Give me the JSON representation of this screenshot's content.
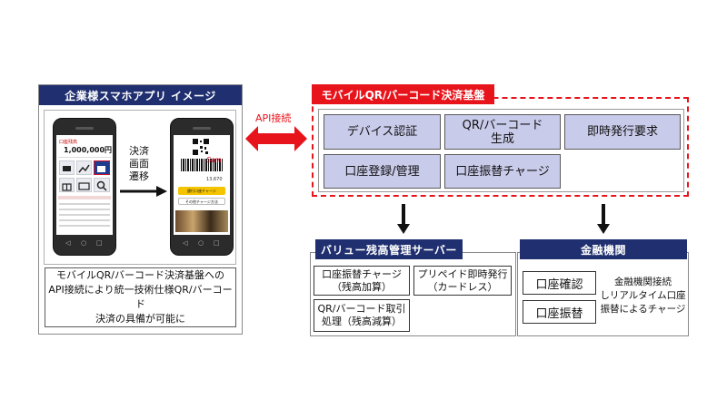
{
  "left_panel": {
    "title": "企業様スマホアプリ イメージ",
    "description_lines": [
      "モバイルQR/バーコード決済基盤への",
      "API接続により統一技術仕様QR/バーコード",
      "決済の具備が可能に"
    ],
    "transition_label_lines": [
      "決済",
      "画面",
      "遷移"
    ],
    "phone1": {
      "balance_label": "口座残高",
      "balance_value": "1,000,000円"
    },
    "phone2": {
      "amount": "13,670",
      "charge_button": "銀行口座チャージ",
      "other_button": "その他チャージ方法"
    }
  },
  "connector": {
    "label": "API接続"
  },
  "platform": {
    "title": "モバイルQR/バーコード決済基盤",
    "functions": [
      {
        "label_lines": [
          "デバイス認証"
        ]
      },
      {
        "label_lines": [
          "QR/バーコード",
          "生成"
        ]
      },
      {
        "label_lines": [
          "即時発行要求"
        ]
      },
      {
        "label_lines": [
          "口座登録/管理"
        ]
      },
      {
        "label_lines": [
          "口座振替チャージ"
        ]
      }
    ]
  },
  "value_server": {
    "title": "バリュー残高管理サーバー",
    "items": [
      {
        "label_lines": [
          "口座振替チャージ",
          "（残高加算）"
        ]
      },
      {
        "label_lines": [
          "プリペイド即時発行",
          "（カードレス）"
        ]
      },
      {
        "label_lines": [
          "QR/バーコード取引",
          "処理（残高減算）"
        ]
      }
    ]
  },
  "financial": {
    "title": "金融機関",
    "items": [
      "口座確認",
      "口座振替"
    ],
    "note_lines": [
      "金融機関接続",
      "しリアルタイム口座",
      "振替によるチャージ"
    ]
  },
  "colors": {
    "navy_header": "#1f2f6f",
    "platform_red": "#e8141c",
    "function_fill": "#c9cbea"
  }
}
